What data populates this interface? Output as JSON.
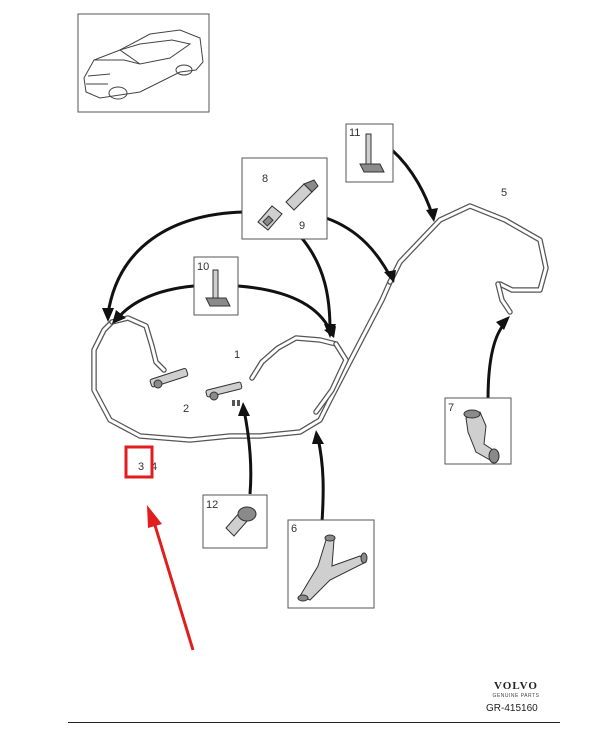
{
  "part_labels": {
    "l1": "1",
    "l2": "2",
    "l3": "3",
    "l4": "4",
    "l5": "5",
    "l6": "6",
    "l7": "7",
    "l8": "8",
    "l9": "9",
    "l10": "10",
    "l11": "11",
    "l12": "12"
  },
  "brand": {
    "name": "VOLVO",
    "subtitle": "GENUINE PARTS"
  },
  "reference": "GR-415160",
  "colors": {
    "highlight": "#e11d1d",
    "line": "#111111",
    "hose": "#555555"
  },
  "icons": [
    "car-thumbnail-icon",
    "t-connector-icon",
    "hose-clip-icon",
    "elbow-connector-icon",
    "bolt-icon",
    "y-connector-icon",
    "nozzle-icon"
  ]
}
